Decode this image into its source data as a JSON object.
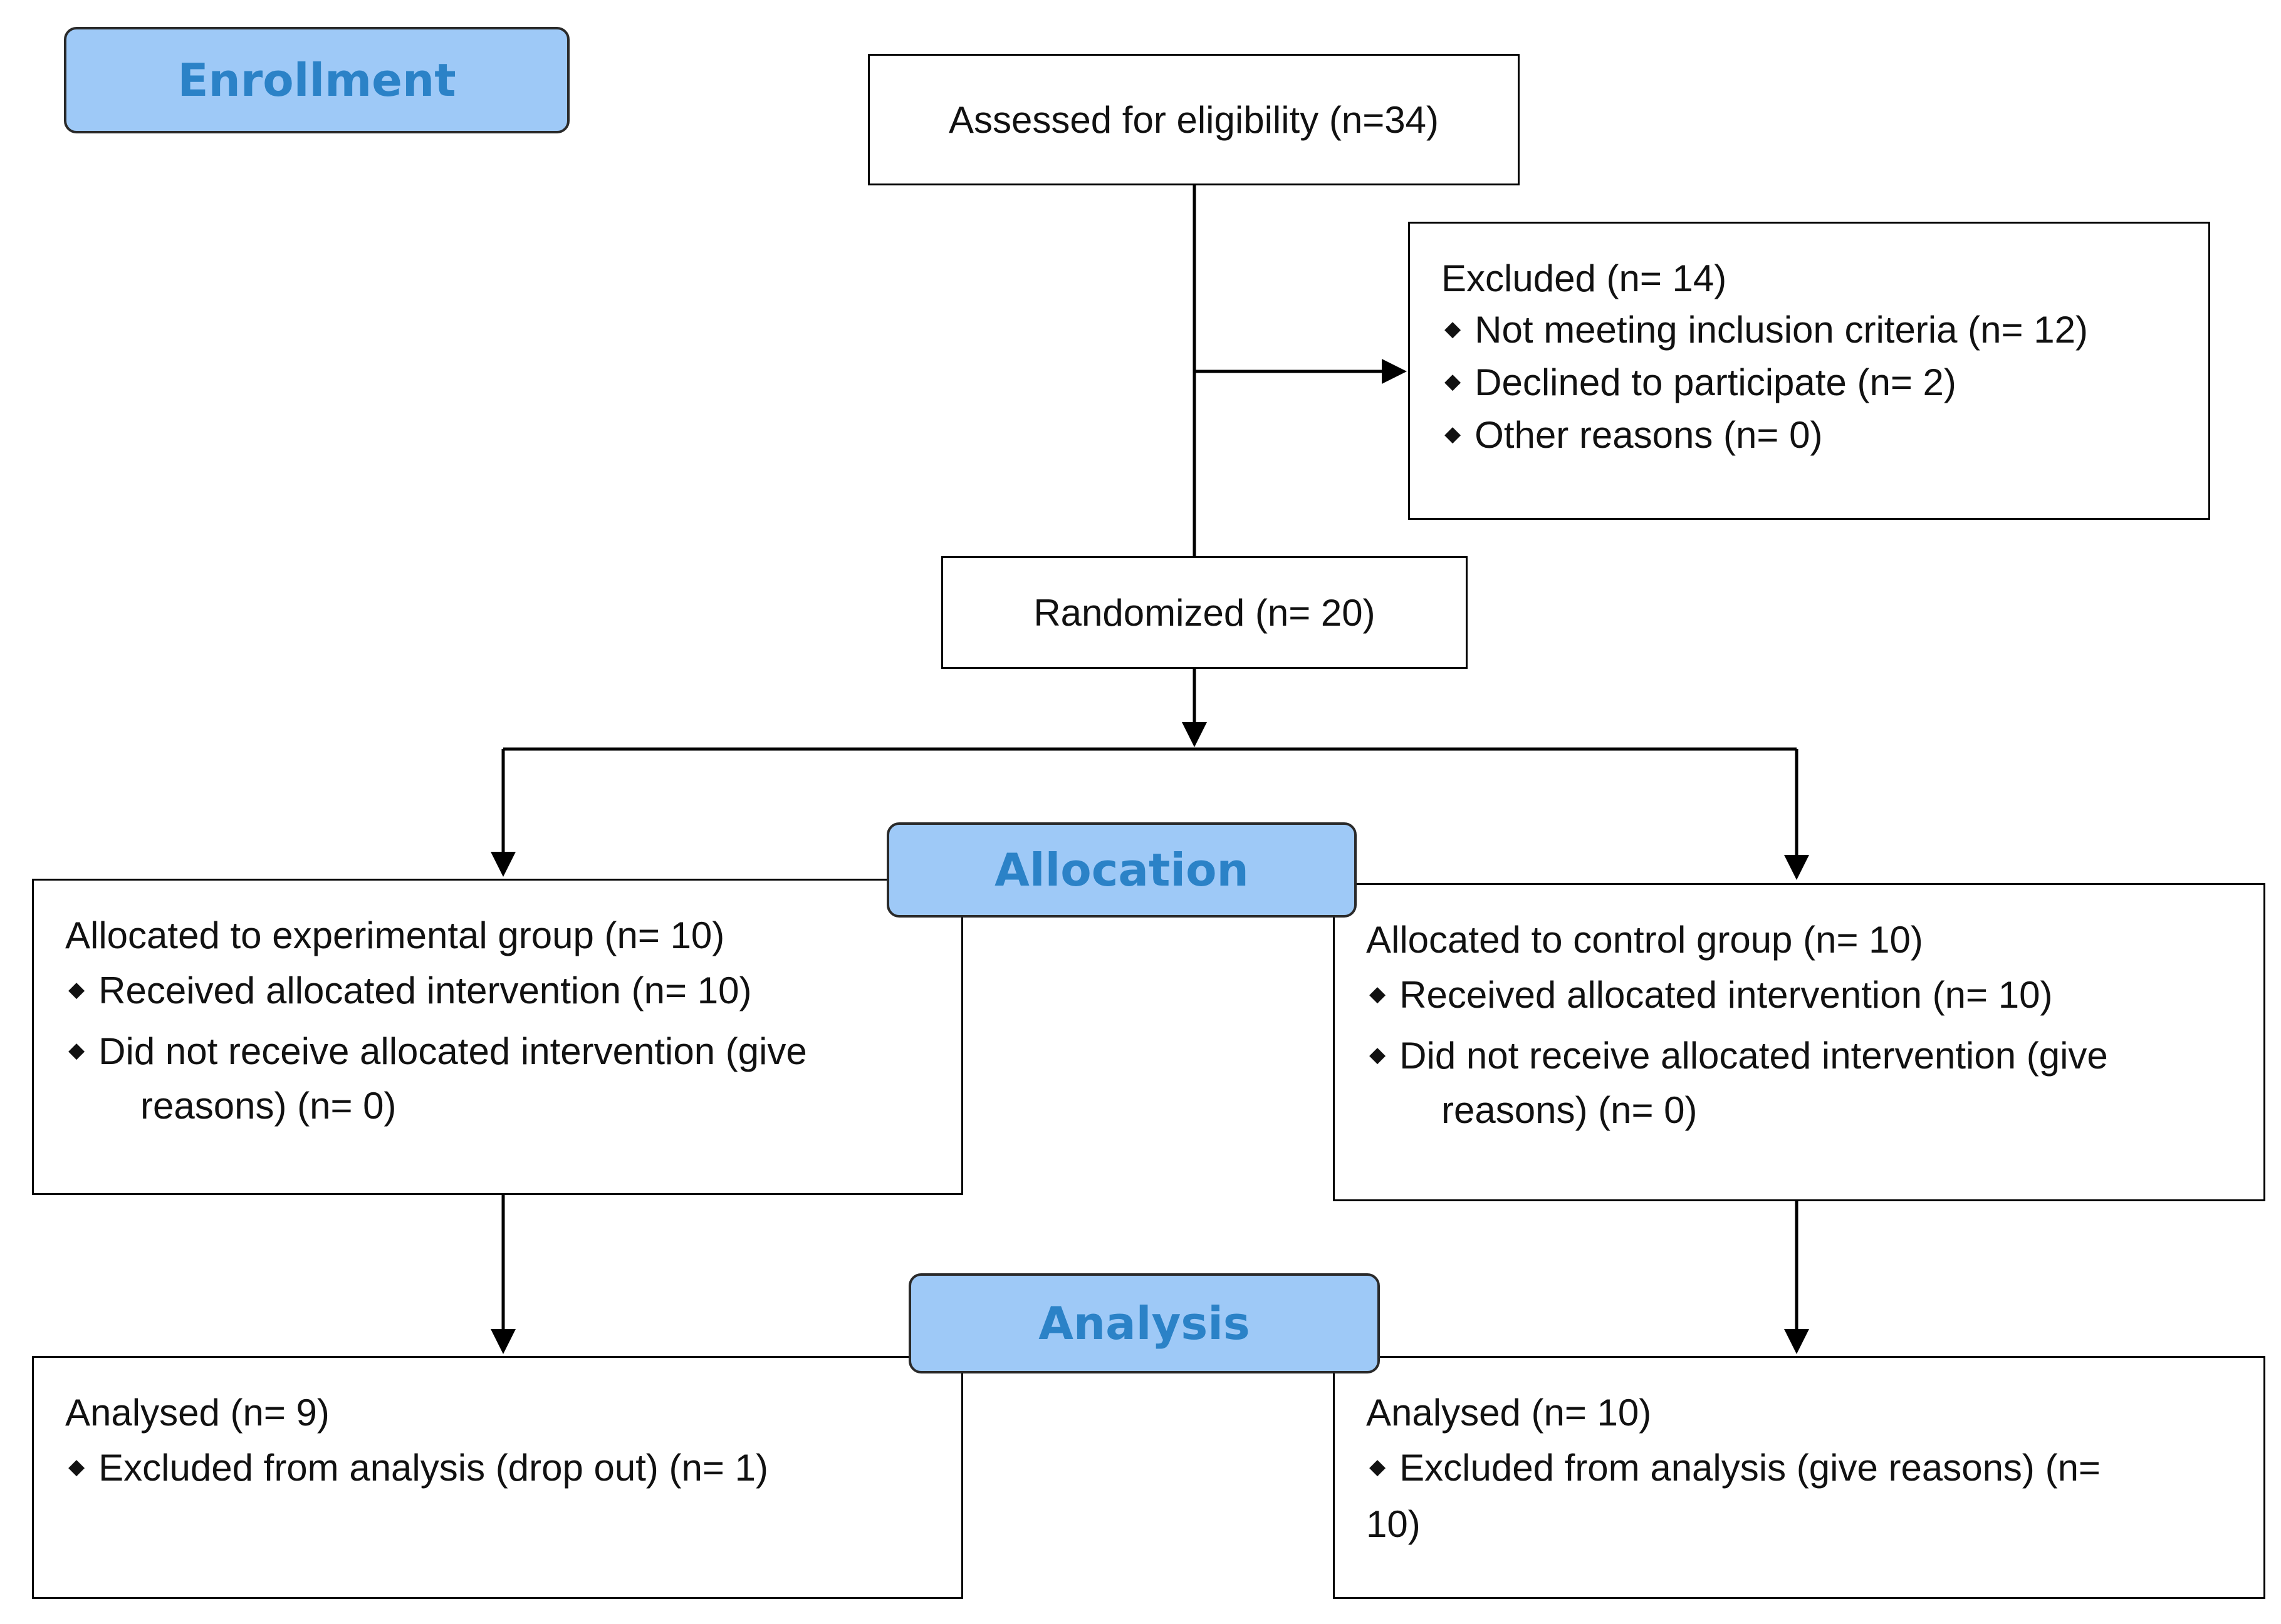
{
  "colors": {
    "stage_fill": "#9ec9f7",
    "stage_text": "#2b82c7",
    "line": "#000000"
  },
  "stages": {
    "enrollment": "Enrollment",
    "allocation": "Allocation",
    "analysis": "Analysis"
  },
  "assessed": "Assessed for eligibility (n=34)",
  "excluded": {
    "title": "Excluded  (n= 14)",
    "items": [
      "Not meeting inclusion criteria (n= 12)",
      "Declined to participate (n= 2)",
      "Other reasons (n= 0)"
    ]
  },
  "randomized": "Randomized (n= 20)",
  "allocation_experimental": {
    "title": "Allocated to experimental group (n= 10)",
    "received": "Received allocated intervention (n= 10)",
    "not_received_line1": "Did not receive allocated intervention (give",
    "not_received_line2": "reasons) (n= 0)"
  },
  "allocation_control": {
    "title": "Allocated to control group (n= 10)",
    "received": "Received allocated intervention (n= 10)",
    "not_received_line1": "Did not receive allocated intervention (give",
    "not_received_line2": "reasons) (n= 0)"
  },
  "analysis_experimental": {
    "title": "Analysed (n= 9)",
    "excluded": "Excluded from analysis (drop out) (n= 1)"
  },
  "analysis_control": {
    "title": "Analysed (n= 10)",
    "excluded_line1": "Excluded from analysis (give reasons) (n=",
    "excluded_line2": "10)"
  },
  "bullet_glyph": "◆"
}
